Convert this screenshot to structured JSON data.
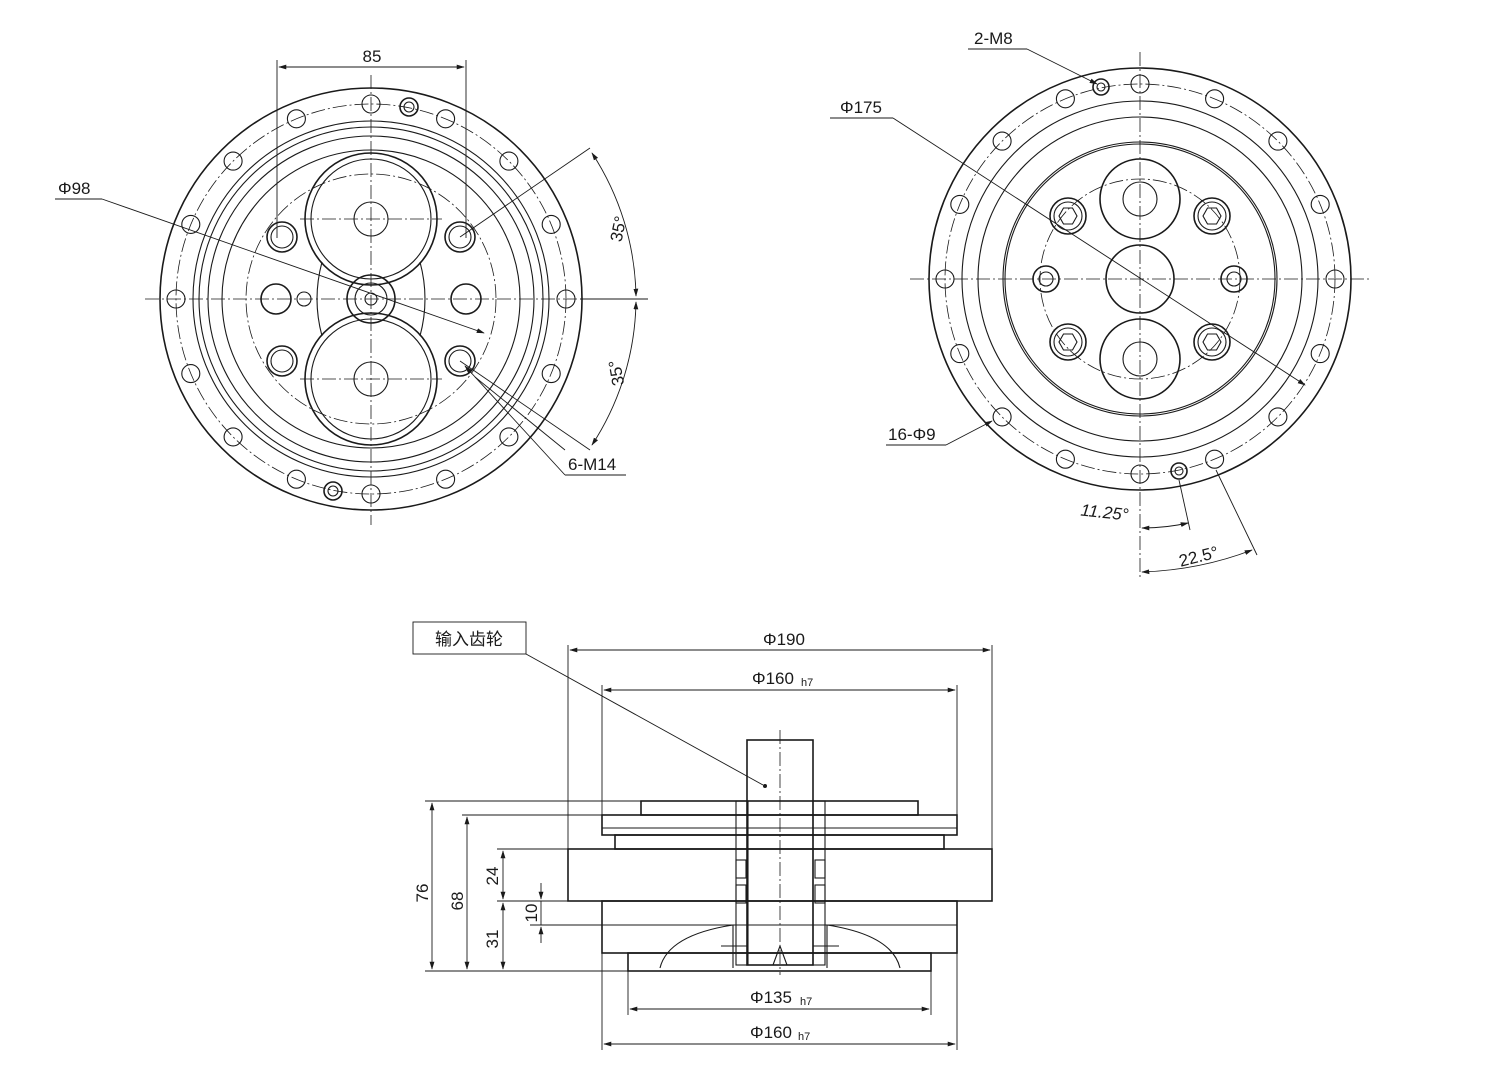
{
  "front_view": {
    "dim_width": "85",
    "dim_bore": "Φ98",
    "dim_angle_upper": "35°",
    "dim_angle_lower": "35°",
    "label_tapped_holes": "6-M14"
  },
  "rear_view": {
    "label_tapped": "2-M8",
    "dim_pcd": "Φ175",
    "label_holes": "16-Φ9",
    "dim_angle_small": "11.25°",
    "dim_angle_large": "22.5°"
  },
  "side_view": {
    "callout_input_gear": "输入齿轮",
    "dim_outer": "Φ190",
    "dim_upper_spigot": "Φ160",
    "dim_upper_spigot_tol": "h7",
    "dim_lower_spigot": "Φ135",
    "dim_lower_spigot_tol": "h7",
    "dim_base": "Φ160",
    "dim_base_tol": "h7",
    "dim_total_height": "76",
    "dim_height_68": "68",
    "dim_height_24": "24",
    "dim_height_10": "10",
    "dim_height_31": "31"
  },
  "colors": {
    "line": "#1a1a1a",
    "background": "#ffffff"
  }
}
